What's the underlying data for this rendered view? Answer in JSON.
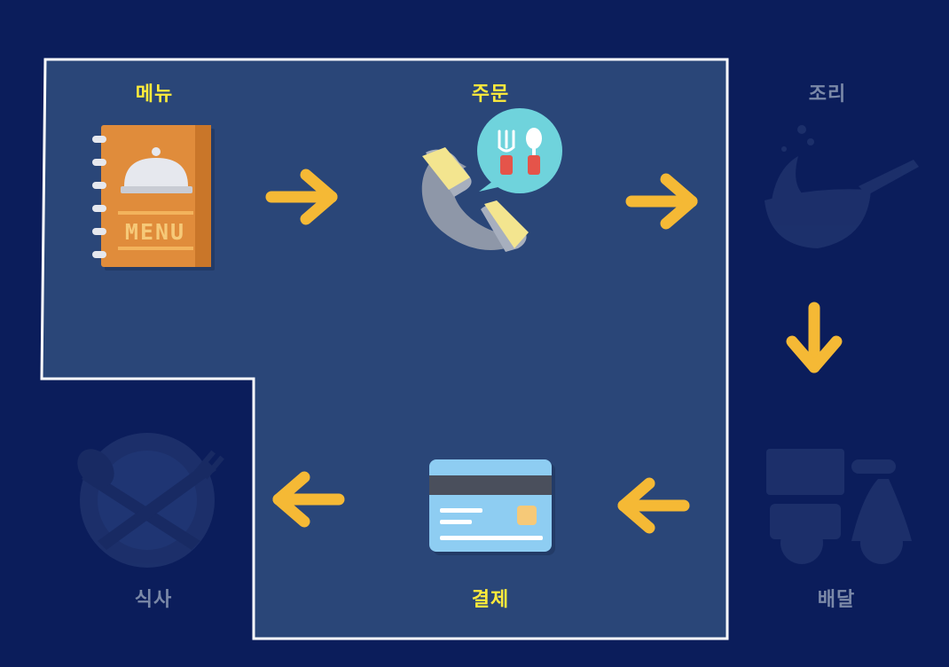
{
  "steps": {
    "menu": {
      "label": "메뉴",
      "menu_word": "MENU",
      "state": "active"
    },
    "order": {
      "label": "주문",
      "state": "active"
    },
    "cook": {
      "label": "조리",
      "state": "inactive"
    },
    "delivery": {
      "label": "배달",
      "state": "inactive"
    },
    "payment": {
      "label": "결제",
      "state": "active"
    },
    "meal": {
      "label": "식사",
      "state": "inactive"
    }
  },
  "colors": {
    "background": "#0b1d5b",
    "highlight_panel": "#2a4678",
    "highlight_border": "#ffffff",
    "active_label": "#ffeb3b",
    "inactive_label": "#7b89a8",
    "arrow": "#f5b935"
  },
  "icons": {
    "menu": "menu-book-icon",
    "order": "phone-order-icon",
    "cook": "wok-icon",
    "delivery": "scooter-icon",
    "payment": "credit-card-icon",
    "meal": "plate-cutlery-icon"
  }
}
